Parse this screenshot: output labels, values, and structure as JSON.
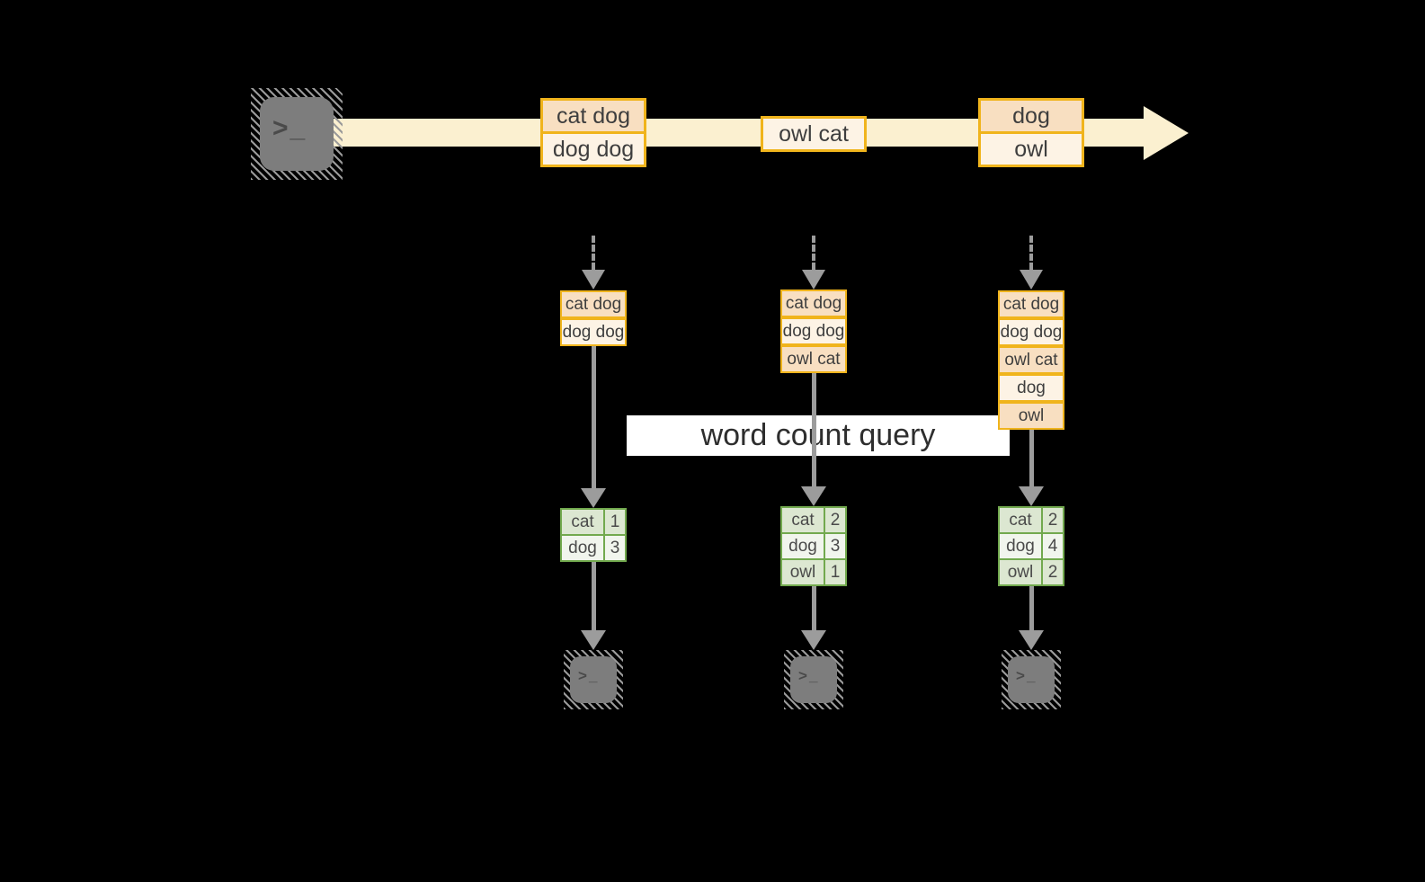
{
  "query_label": "word count query",
  "icons": {
    "terminal": "terminal-icon",
    "prompt": ">",
    "cursor": "_"
  },
  "stream": {
    "batches": [
      {
        "rows": [
          "cat dog",
          "dog dog"
        ]
      },
      {
        "rows": [
          "owl cat"
        ]
      },
      {
        "rows": [
          "dog",
          "owl"
        ]
      }
    ]
  },
  "columns": [
    {
      "buffer": [
        "cat dog",
        "dog dog"
      ],
      "counts": [
        {
          "word": "cat",
          "count": "1"
        },
        {
          "word": "dog",
          "count": "3"
        }
      ]
    },
    {
      "buffer": [
        "cat dog",
        "dog dog",
        "owl cat"
      ],
      "counts": [
        {
          "word": "cat",
          "count": "2"
        },
        {
          "word": "dog",
          "count": "3"
        },
        {
          "word": "owl",
          "count": "1"
        }
      ]
    },
    {
      "buffer": [
        "cat dog",
        "dog dog",
        "owl cat",
        "dog",
        "owl"
      ],
      "counts": [
        {
          "word": "cat",
          "count": "2"
        },
        {
          "word": "dog",
          "count": "4"
        },
        {
          "word": "owl",
          "count": "2"
        }
      ]
    }
  ],
  "colors": {
    "background": "#000000",
    "stream_fill": "#fbf0d0",
    "box_border": "#f0b41c",
    "box_row_dark": "#f8dfc1",
    "box_row_light": "#fdf3e5",
    "table_border": "#72a94e",
    "table_row_dark": "#dce7d1",
    "table_row_light": "#f1f5ed",
    "arrow_gray": "#9c9c9c",
    "terminal_gray": "#7d7d7d",
    "label_bg": "#ffffff",
    "text": "#3e3e3e"
  }
}
